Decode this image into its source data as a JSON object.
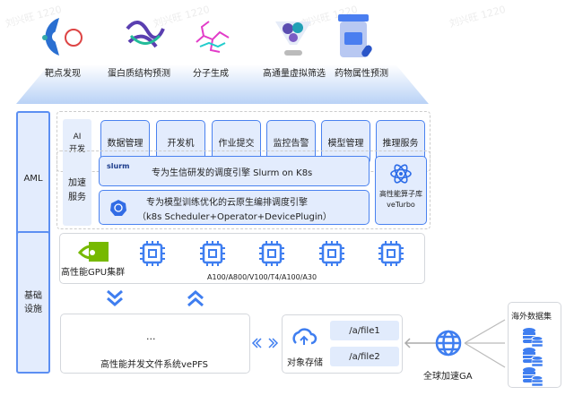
{
  "watermark": "刘兴旺 1220",
  "top_apps": [
    "靶点发现",
    "蛋白质结构预测",
    "分子生成",
    "高通量虚拟筛选",
    "药物属性预测"
  ],
  "layers": {
    "aml": "AML",
    "infra_line1": "基础",
    "infra_line2": "设施"
  },
  "ai_dev": {
    "label_line1": "AI",
    "label_line2": "开发",
    "buttons": [
      "数据管理",
      "开发机",
      "作业提交",
      "监控告警",
      "模型管理",
      "推理服务"
    ]
  },
  "accel": {
    "label_line1": "加速",
    "label_line2": "服务",
    "slurm_logo": "slurm",
    "slurm_text": "专为生信研发的调度引擎  Slurm on K8s",
    "k8s_line1": "专为模型训练优化的云原生编排调度引擎",
    "k8s_line2": "（k8s Scheduler+Operator+DevicePlugin）",
    "veturbo_line1": "高性能算子库",
    "veturbo_line2": "veTurbo"
  },
  "gpu": {
    "label": "高性能GPU集群",
    "models": "A100/A800/V100/T4/A100/A30"
  },
  "vepfs": {
    "label": "高性能并发文件系统vePFS",
    "ellipsis": "..."
  },
  "object_storage": {
    "label": "对象存储",
    "files": [
      "/a/file1",
      "/a/file2"
    ]
  },
  "ga": {
    "label": "全球加速GA"
  },
  "overseas": {
    "label": "海外数据集"
  },
  "colors": {
    "accent": "#3f7ef0",
    "light": "#e3ecfd"
  }
}
